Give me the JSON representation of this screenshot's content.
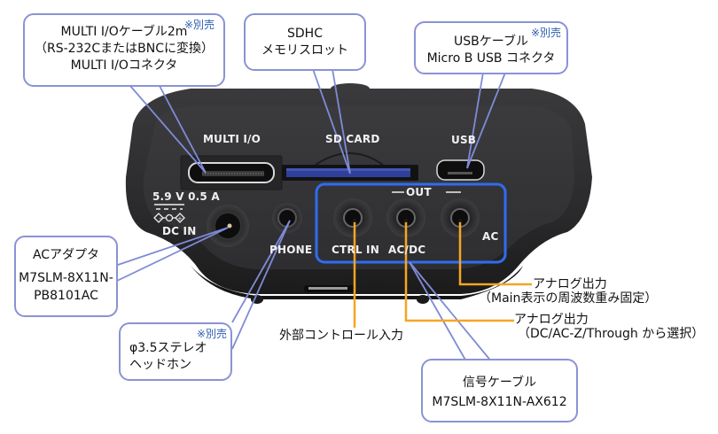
{
  "colors": {
    "callout_border": "#8a93d3",
    "leader_blue": "#7f8bd6",
    "leader_orange": "#f5a623",
    "out_box": "#2f6df0",
    "device_body": "#2b2b2d",
    "note_blue": "#2a5db0"
  },
  "callouts": {
    "multi_io": {
      "line1": "MULTI I/Oケーブル2m",
      "line2": "（RS-232CまたはBNCに変換）",
      "line3": "MULTI I/Oコネクタ",
      "note": "※別売"
    },
    "sdhc": {
      "line1": "SDHC",
      "line2": "メモリスロット"
    },
    "usb": {
      "line1": "USBケーブル",
      "line2": "Micro B USB コネクタ",
      "note": "※別売"
    },
    "ac_adapter": {
      "line1": "ACアダプタ",
      "line2": "M7SLM-8X11N-",
      "line3": "PB8101AC"
    },
    "headphone": {
      "note": "※別売",
      "line1": "φ3.5ステレオ",
      "line2": "ヘッドホン"
    },
    "signal_cable": {
      "line1": "信号ケーブル",
      "line2": "M7SLM-8X11N-AX612"
    }
  },
  "annotations": {
    "ctrl_in": "外部コントロール入力",
    "analog_ac_title": "アナログ出力",
    "analog_ac_desc": "（Main表示の周波数重み固定）",
    "analog_acdc_title": "アナログ出力",
    "analog_acdc_desc": "（DC/AC-Z/Through から選択）"
  },
  "device": {
    "multi_io": "MULTI I/O",
    "sd_card": "SD CARD",
    "usb": "USB",
    "dc_rating": "5.9 V 0.5 A",
    "dc_in": "DC IN",
    "phone": "PHONE",
    "ctrl_in": "CTRL IN",
    "out": "OUT",
    "ac_dc": "AC/DC",
    "ac": "AC"
  }
}
